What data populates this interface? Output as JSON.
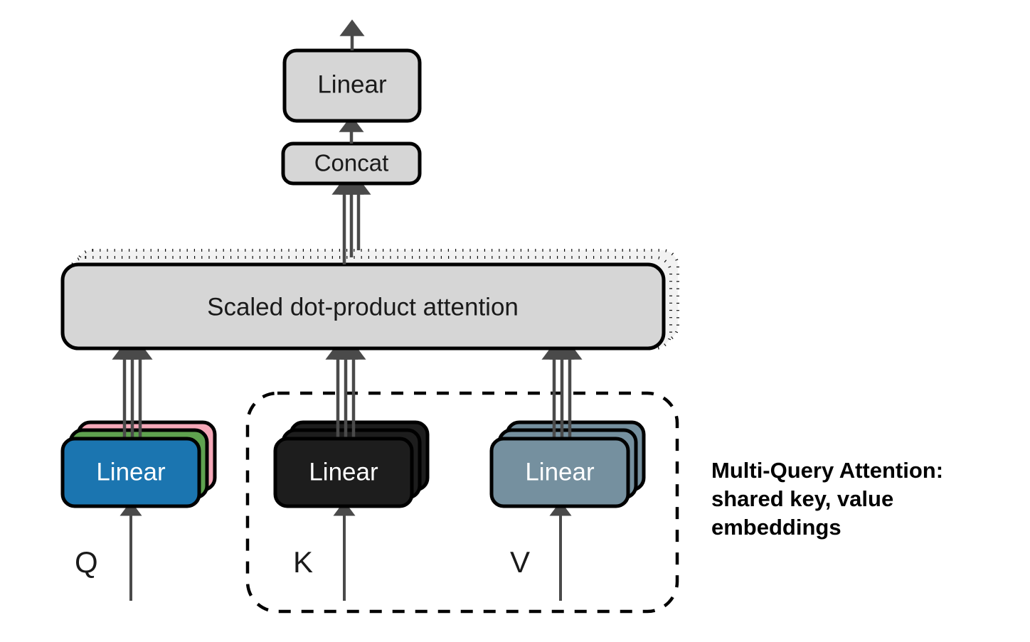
{
  "diagram": {
    "title_annotation": {
      "line1": "Multi-Query Attention:",
      "line2": "shared key, value",
      "line3": "embeddings"
    },
    "nodes": {
      "output_linear": {
        "label": "Linear",
        "fill": "#d6d6d6",
        "stroke": "#000000",
        "text_color": "#1a1a1a"
      },
      "concat": {
        "label": "Concat",
        "fill": "#d6d6d6",
        "stroke": "#000000",
        "text_color": "#1a1a1a"
      },
      "attention": {
        "label": "Scaled dot-product attention",
        "fill": "#d6d6d6",
        "stroke": "#000000",
        "text_color": "#1a1a1a"
      },
      "q_linear": {
        "label": "Linear",
        "fill": "#1b75b0",
        "stroke": "#000000",
        "text_color": "#ffffff"
      },
      "q_linear_mid": {
        "label": "",
        "fill": "#5fa24f",
        "stroke": "#000000"
      },
      "q_linear_back": {
        "label": "",
        "fill": "#f5a8b8",
        "stroke": "#000000"
      },
      "k_linear": {
        "label": "Linear",
        "fill": "#1d1d1d",
        "stroke": "#000000",
        "text_color": "#ffffff"
      },
      "k_linear_mid": {
        "label": "",
        "fill": "#1d1d1d",
        "stroke": "#000000"
      },
      "k_linear_back": {
        "label": "",
        "fill": "#1d1d1d",
        "stroke": "#000000"
      },
      "v_linear": {
        "label": "Linear",
        "fill": "#75909f",
        "stroke": "#000000",
        "text_color": "#ffffff"
      },
      "v_linear_mid": {
        "label": "",
        "fill": "#75909f",
        "stroke": "#000000"
      },
      "v_linear_back": {
        "label": "",
        "fill": "#75909f",
        "stroke": "#000000"
      }
    },
    "inputs": {
      "q": "Q",
      "k": "K",
      "v": "V"
    },
    "grouping": {
      "shared_kv_group_style": "dashed",
      "shared_kv_group_color": "#000000"
    },
    "arrow_color": "#4a4a4a",
    "stacked_copies_count": 3,
    "attention_stack_outline": "dotted"
  }
}
